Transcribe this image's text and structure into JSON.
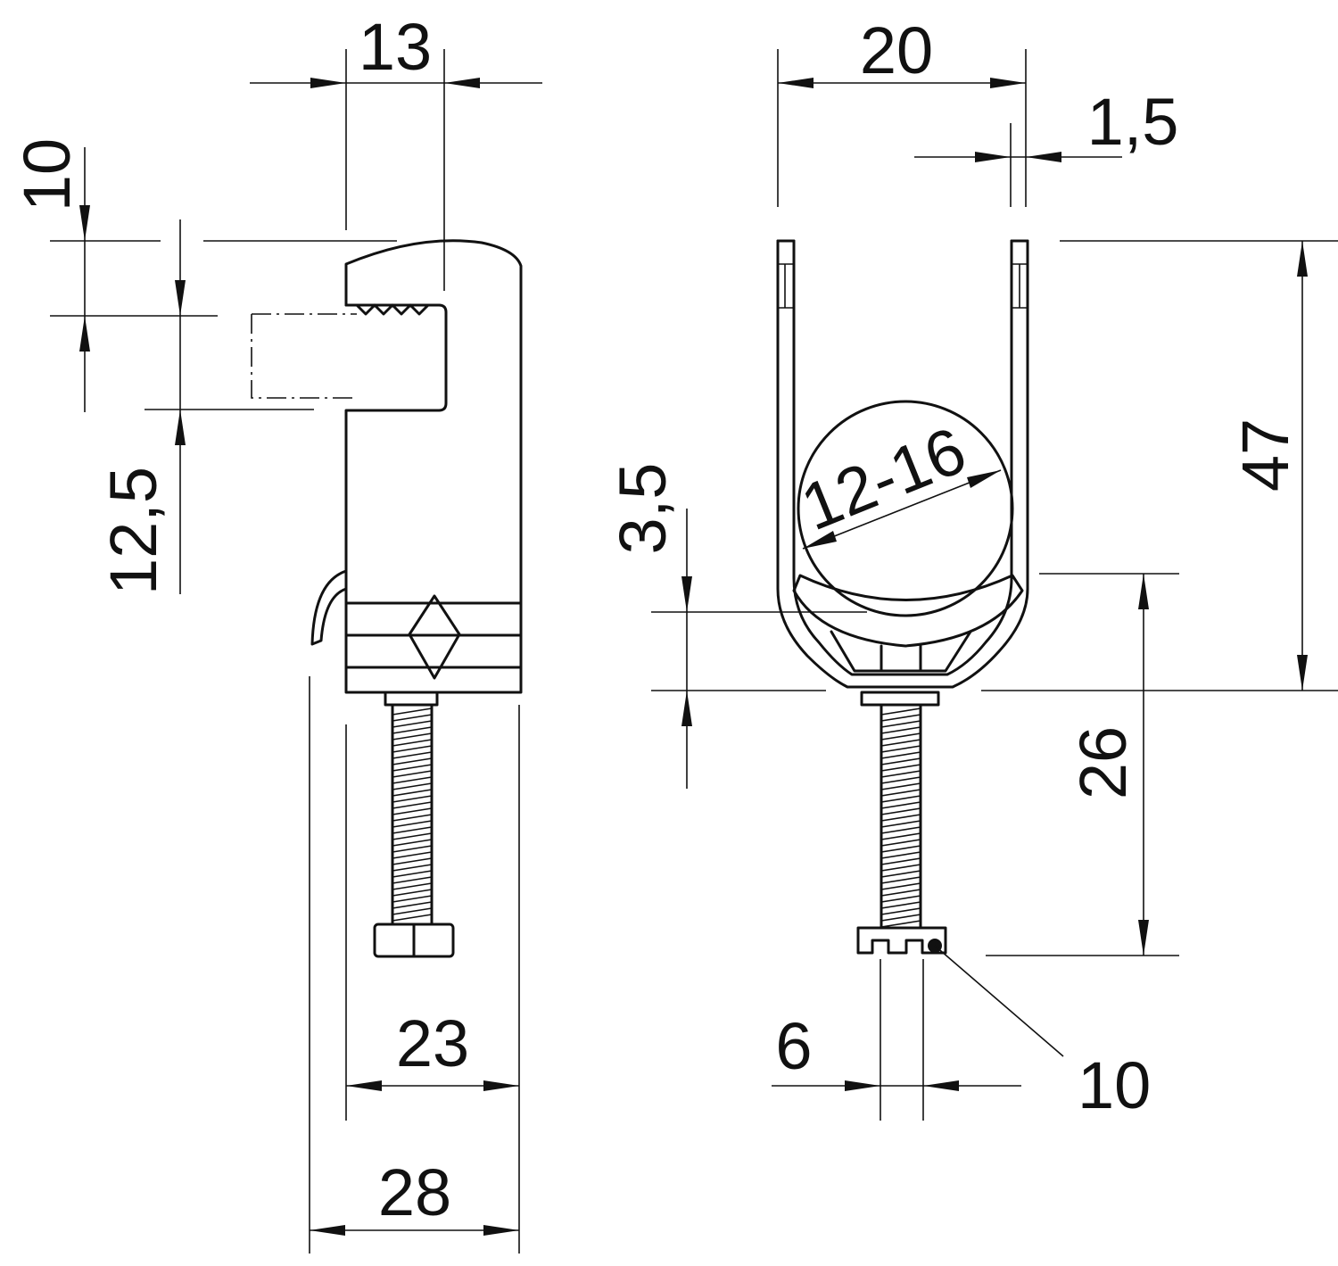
{
  "figure": {
    "side_view": {
      "labels": {
        "top_width": "13",
        "top_height": "10",
        "flange_range": "12,5",
        "inner_width": "23",
        "outer_width": "28"
      }
    },
    "front_view": {
      "labels": {
        "width": "20",
        "strap_thickness": "1,5",
        "pipe_range": "12-16",
        "offset": "3,5",
        "height": "47",
        "screw_length": "26",
        "screw_diameter": "6",
        "nut_size": "10"
      }
    }
  }
}
